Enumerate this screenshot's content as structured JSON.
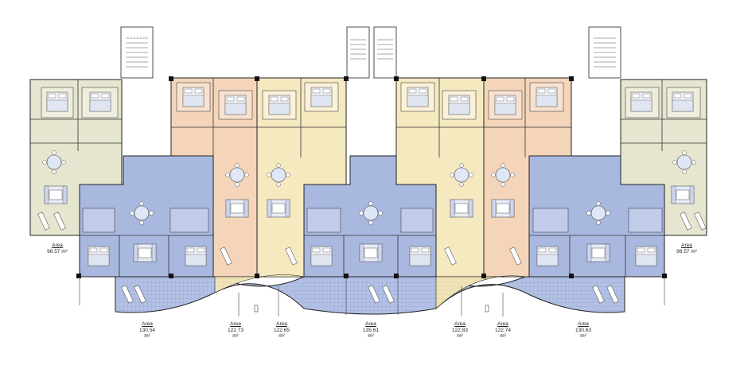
{
  "colors": {
    "blue": "#aab9df",
    "orange": "#f3d3b6",
    "yellow": "#f4e7bd",
    "green": "#e4e3cc",
    "terrace": "#b9c6e8",
    "walls": "#1a1a1a"
  },
  "units": [
    {
      "id": "left-end",
      "title": "Area",
      "value": "98.57",
      "unit": "m²"
    },
    {
      "id": "blue-1",
      "title": "Area",
      "value": "130.54",
      "unit": "m²"
    },
    {
      "id": "orange-1",
      "title": "Area",
      "value": "122.73",
      "unit": "m²"
    },
    {
      "id": "yellow-1",
      "title": "Area",
      "value": "122.65",
      "unit": "m²"
    },
    {
      "id": "blue-2",
      "title": "Area",
      "value": "135.61",
      "unit": "m²"
    },
    {
      "id": "yellow-2",
      "title": "Area",
      "value": "122.83",
      "unit": "m²"
    },
    {
      "id": "orange-2",
      "title": "Area",
      "value": "122.74",
      "unit": "m²"
    },
    {
      "id": "blue-3",
      "title": "Area",
      "value": "130.63",
      "unit": "m²"
    },
    {
      "id": "right-end",
      "title": "Area",
      "value": "98.57",
      "unit": "m²"
    }
  ]
}
